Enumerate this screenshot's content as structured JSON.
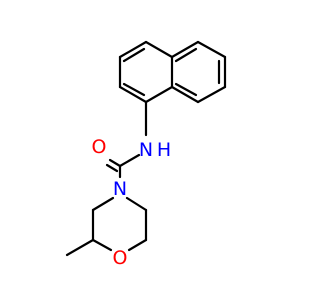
{
  "colors": {
    "background": "#ffffff",
    "bond": "#000000",
    "oxygen": "#ff0000",
    "nitrogen": "#0000ff"
  },
  "atoms": {
    "carbonyl_oxygen": "O",
    "amide_nitrogen": "N",
    "amide_hydrogen": "H",
    "morpholine_nitrogen": "N",
    "morpholine_oxygen": "O"
  }
}
